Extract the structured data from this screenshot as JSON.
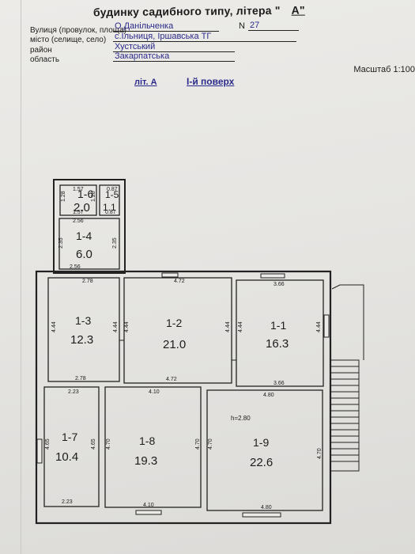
{
  "header": {
    "title": "будинку садибного типу, літера \"",
    "litera": "А\""
  },
  "address": {
    "street_label": "Вулиця (провулок, площа)",
    "street_value": "О.Данільченка",
    "number_label": "N",
    "number_value": "27",
    "city_label": "місто (селище, село)",
    "city_value": "с.Ільниця, Іршавська ТГ",
    "district_label": "район",
    "district_value": "Хустський",
    "region_label": "область",
    "region_value": "Закарпатська"
  },
  "scale": "Масштаб 1:100",
  "floor": {
    "litera": "літ. А",
    "name": "І-й поверх"
  },
  "rooms": [
    {
      "id": "1-1",
      "area": "16.3"
    },
    {
      "id": "1-2",
      "area": "21.0"
    },
    {
      "id": "1-3",
      "area": "12.3"
    },
    {
      "id": "1-4",
      "area": "6.0"
    },
    {
      "id": "1-5",
      "area": "1.1"
    },
    {
      "id": "1-6",
      "area": "2.0"
    },
    {
      "id": "1-7",
      "area": "10.4"
    },
    {
      "id": "1-8",
      "area": "19.3"
    },
    {
      "id": "1-9",
      "area": "22.6"
    }
  ],
  "dimensions": {
    "r16_top": "1.57",
    "r16_side": "1.28",
    "r16_bottom": "1.57",
    "r15_top": "0.87",
    "r15_side": "1.28",
    "r15_bottom": "0.87",
    "r14_top": "2.56",
    "r14_side": "2.35",
    "r14_bottom": "2.56",
    "r13_top": "2.78",
    "r13_side": "4.44",
    "r13_bottom": "2.78",
    "r12_top": "4.72",
    "r12_side": "4.44",
    "r12_bottom": "4.72",
    "r11_top": "3.66",
    "r11_side": "4.44",
    "r11_bottom": "3.66",
    "r17_top": "2.23",
    "r17_side": "4.65",
    "r17_bottom": "2.23",
    "r18_top": "4.10",
    "r18_side": "4.70",
    "r18_bottom": "4.10",
    "r19_top": "4.80",
    "r19_side": "4.70",
    "r19_bottom": "4.80",
    "ceiling": "h=2.80"
  }
}
